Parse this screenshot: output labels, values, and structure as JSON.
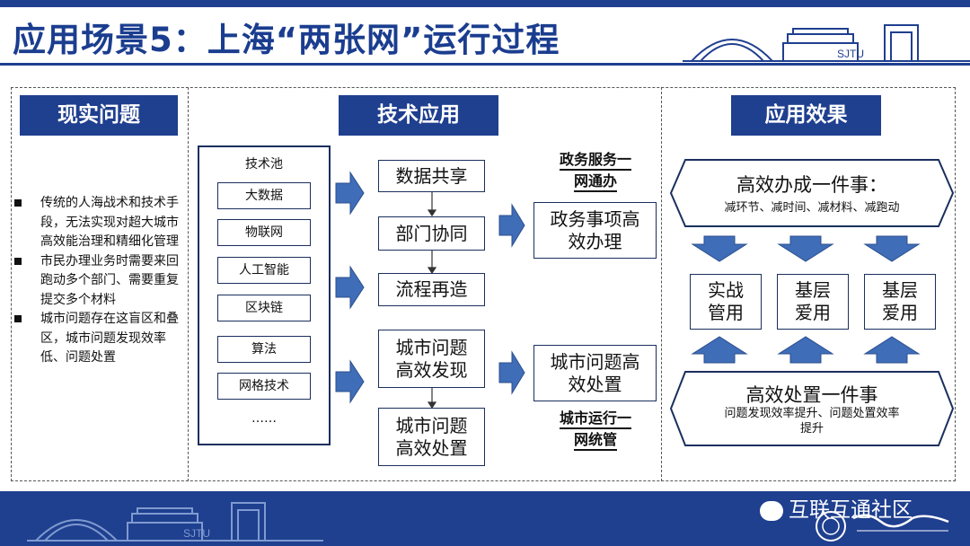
{
  "title": "应用场景5：上海“两张网”运行过程",
  "logo_text": "SJTU",
  "headers": {
    "problems": "现实问题",
    "tech": "技术应用",
    "effects": "应用效果"
  },
  "problems": [
    "传统的人海战术和技术手段，无法实现对超大城市高效能治理和精细化管理",
    "市民办理业务时需要来回跑动多个部门、需要重复提交多个材料",
    "城市问题存在这盲区和叠区，城市问题发现效率低、问题处置"
  ],
  "tech_pool": {
    "title": "技术池",
    "items": [
      "大数据",
      "物联网",
      "人工智能",
      "区块链",
      "算法",
      "网格技术"
    ],
    "ellipsis": "……"
  },
  "flow": {
    "data_sharing": "数据共享",
    "dept_collab": "部门协同",
    "process_reengineer": "流程再造",
    "city_detect": [
      "城市问题",
      "高效发现"
    ],
    "city_dispose": [
      "城市问题",
      "高效处置"
    ]
  },
  "outcomes": {
    "gov_affairs": [
      "政务事项高",
      "效办理"
    ],
    "city_problem": [
      "城市问题高",
      "效处置"
    ]
  },
  "nets": {
    "gov_net": [
      "政务服务一",
      "网通办"
    ],
    "city_net": [
      "城市运行一",
      "网统管"
    ]
  },
  "effects": {
    "top_title": "高效办成一件事：",
    "top_sub": "减环节、减时间、减材料、减跑动",
    "uses": [
      [
        "实战",
        "管用"
      ],
      [
        "基层",
        "爱用"
      ],
      [
        "基层",
        "爱用"
      ]
    ],
    "bottom_title": "高效处置一件事",
    "bottom_sub": [
      "问题发现效率提升、问题处置效率",
      "提升"
    ]
  },
  "watermark": "互联互通社区",
  "colors": {
    "brand_blue": "#1f3f8f",
    "arrow_blue": "#3f6db7",
    "dark_outline": "#1a2f5e"
  }
}
